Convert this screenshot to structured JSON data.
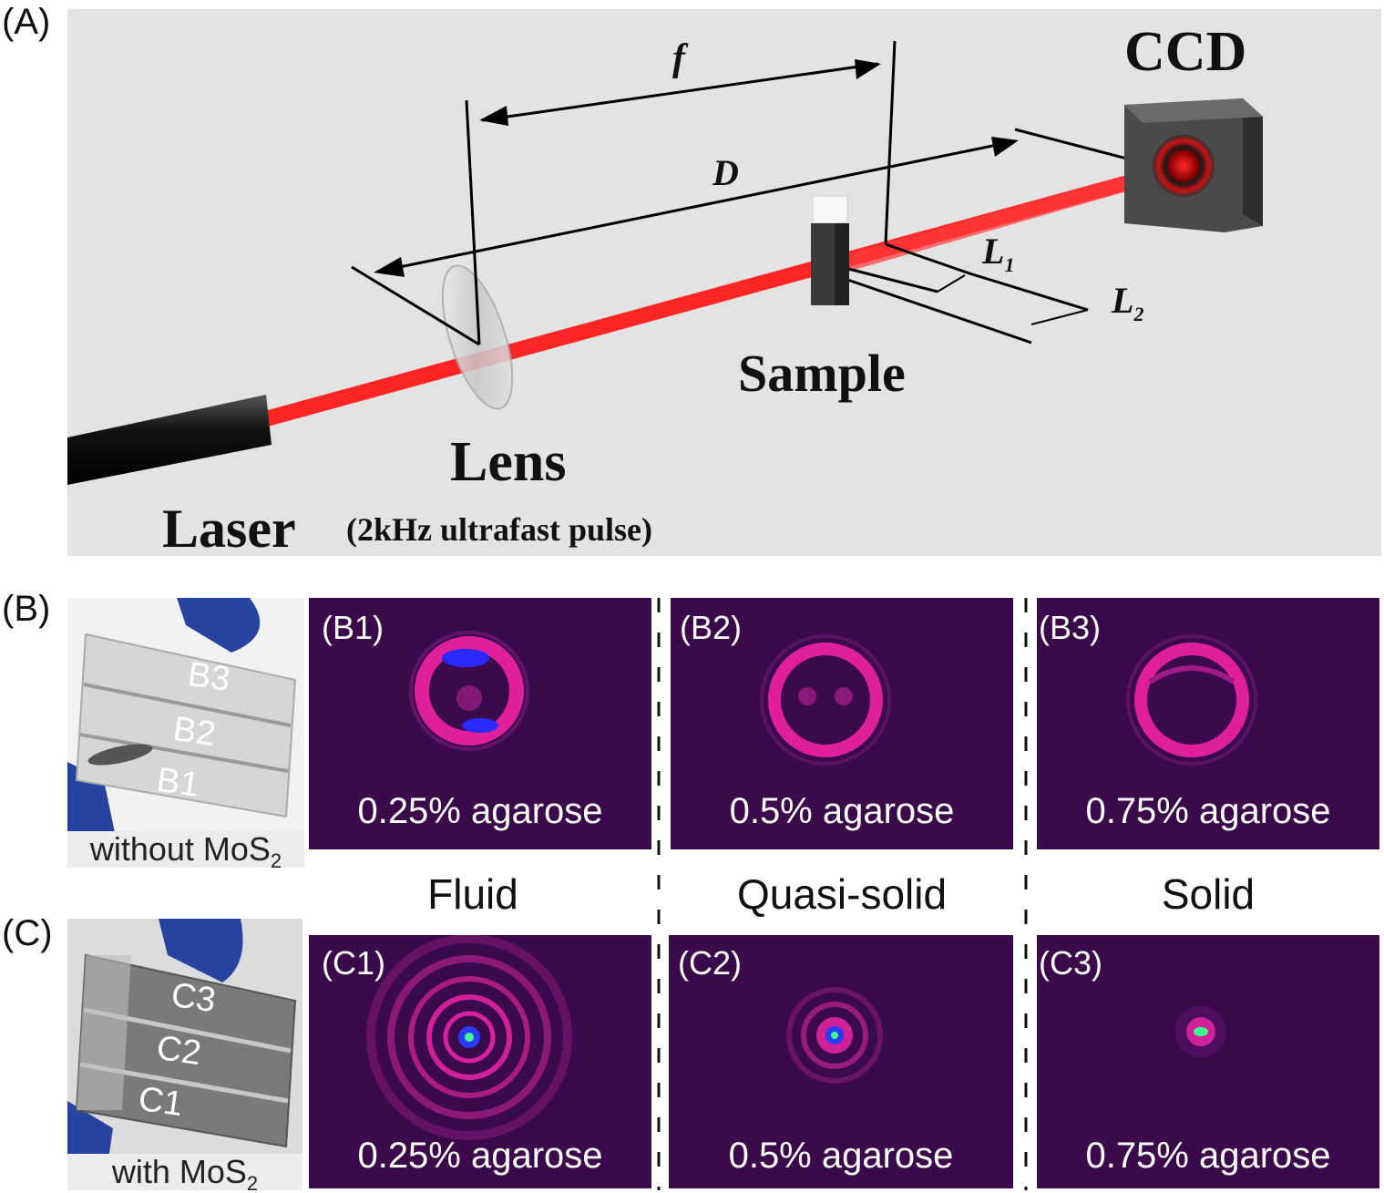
{
  "panel_a": {
    "letter": "(A)",
    "labels": {
      "ccd": "CCD",
      "sample": "Sample",
      "lens": "Lens",
      "laser": "Laser",
      "pulse": "(2kHz ultrafast pulse)",
      "f": "f",
      "d": "D",
      "l1_main": "L",
      "l1_sub": "1",
      "l2_main": "L",
      "l2_sub": "2"
    }
  },
  "panel_b": {
    "letter": "(B)",
    "photo_caption_main": "without MoS",
    "photo_caption_sub": "2",
    "cells": [
      "B3",
      "B2",
      "B1"
    ],
    "images": [
      {
        "label": "(B1)",
        "caption": "0.25% agarose"
      },
      {
        "label": "(B2)",
        "caption": "0.5% agarose"
      },
      {
        "label": "(B3)",
        "caption": "0.75% agarose"
      }
    ]
  },
  "states": [
    "Fluid",
    "Quasi-solid",
    "Solid"
  ],
  "panel_c": {
    "letter": "(C)",
    "photo_caption_main": "with MoS",
    "photo_caption_sub": "2",
    "cells": [
      "C3",
      "C2",
      "C1"
    ],
    "images": [
      {
        "label": "(C1)",
        "caption": "0.25% agarose"
      },
      {
        "label": "(C2)",
        "caption": "0.5% agarose"
      },
      {
        "label": "(C3)",
        "caption": "0.75% agarose"
      }
    ]
  },
  "colors": {
    "beam_background": "#3a0a4a",
    "ring": "#e0209a",
    "laser_beam": "#ff1a1a"
  }
}
